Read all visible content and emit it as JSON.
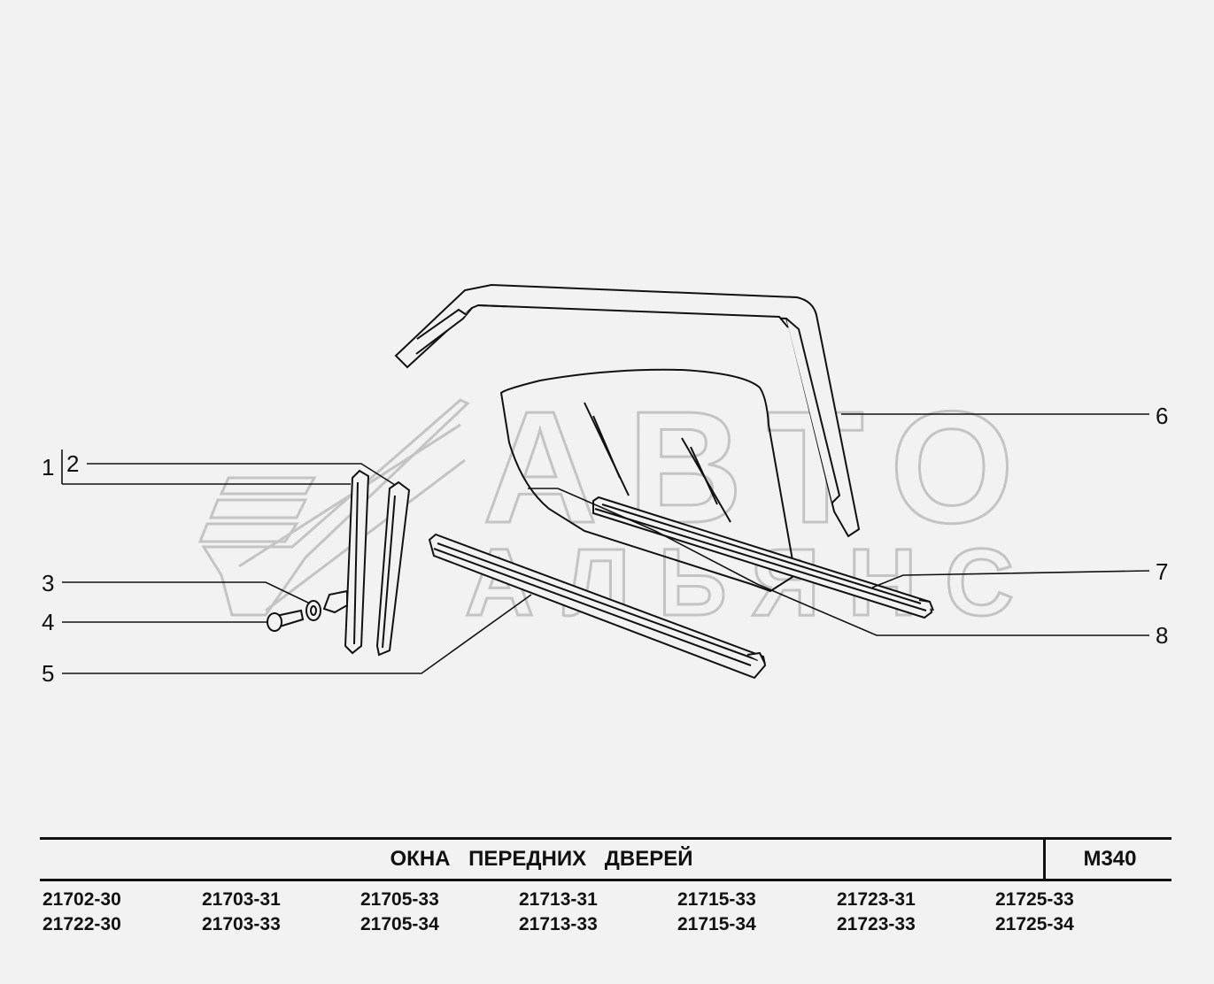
{
  "watermark": {
    "line1": "АВТО",
    "line2": "АЛЬЯНС",
    "icon": "avtoalyans-logo-icon"
  },
  "callouts": [
    "1",
    "2",
    "3",
    "4",
    "5",
    "6",
    "7",
    "8"
  ],
  "title": "ОКНА ПЕРЕДНИХ ДВЕРЕЙ",
  "code": "М340",
  "models": [
    [
      "21702-30",
      "21722-30"
    ],
    [
      "21703-31",
      "21703-33"
    ],
    [
      "21705-33",
      "21705-34"
    ],
    [
      "21713-31",
      "21713-33"
    ],
    [
      "21715-33",
      "21715-34"
    ],
    [
      "21723-31",
      "21723-33"
    ],
    [
      "21725-33",
      "21725-34"
    ]
  ],
  "colors": {
    "background": "#f2f2f2",
    "line": "#111111",
    "watermark": "#bdbdbd"
  }
}
